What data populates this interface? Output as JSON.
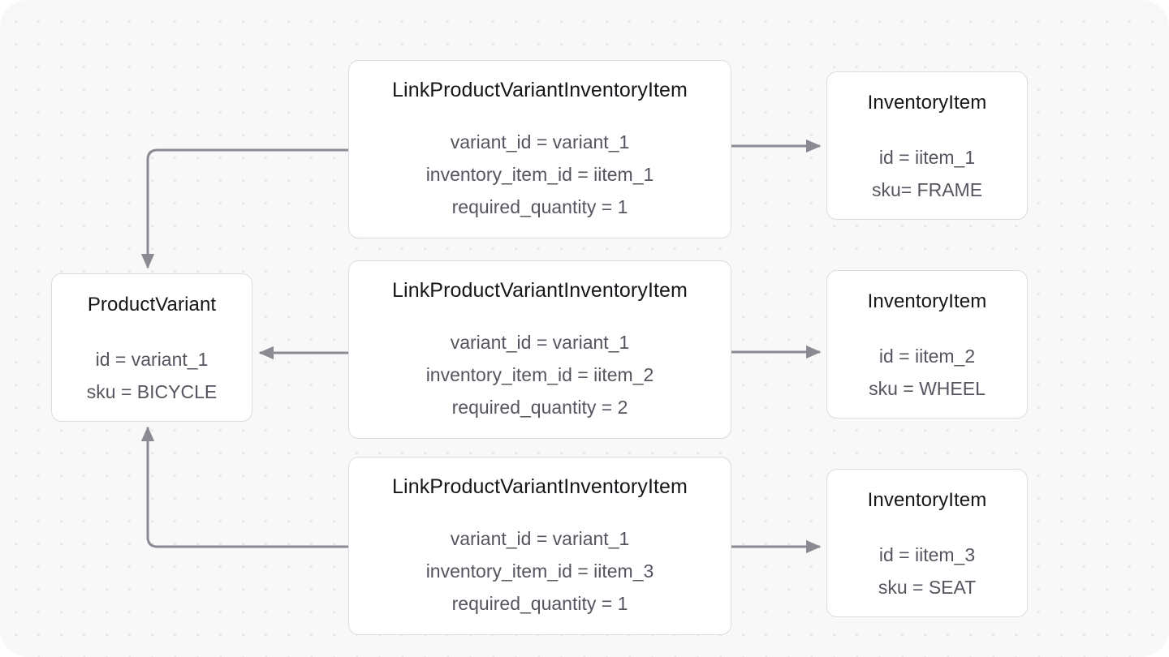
{
  "canvas": {
    "background_color": "#f8f8f9",
    "dot_color": "#e6e6e9",
    "edge_color": "#8a8a93"
  },
  "nodes": {
    "product_variant": {
      "title": "ProductVariant",
      "attrs": [
        "id = variant_1",
        "sku = BICYCLE"
      ]
    },
    "links": [
      {
        "title": "LinkProductVariantInventoryItem",
        "attrs": [
          "variant_id = variant_1",
          "inventory_item_id = iitem_1",
          "required_quantity = 1"
        ]
      },
      {
        "title": "LinkProductVariantInventoryItem",
        "attrs": [
          "variant_id = variant_1",
          "inventory_item_id = iitem_2",
          "required_quantity = 2"
        ]
      },
      {
        "title": "LinkProductVariantInventoryItem",
        "attrs": [
          "variant_id = variant_1",
          "inventory_item_id = iitem_3",
          "required_quantity = 1"
        ]
      }
    ],
    "items": [
      {
        "title": "InventoryItem",
        "attrs": [
          "id = iitem_1",
          "sku= FRAME"
        ]
      },
      {
        "title": "InventoryItem",
        "attrs": [
          "id = iitem_2",
          "sku = WHEEL"
        ]
      },
      {
        "title": "InventoryItem",
        "attrs": [
          "id = iitem_3",
          "sku = SEAT"
        ]
      }
    ]
  },
  "edges": [
    {
      "name": "link-1-to-product-variant",
      "from": "link-1",
      "to": "product-variant",
      "shape": "elbow",
      "direction": "left-then-down"
    },
    {
      "name": "link-2-to-product-variant",
      "from": "link-2",
      "to": "product-variant",
      "shape": "straight",
      "direction": "left"
    },
    {
      "name": "link-3-to-product-variant",
      "from": "link-3",
      "to": "product-variant",
      "shape": "elbow",
      "direction": "left-then-up"
    },
    {
      "name": "link-1-to-item-1",
      "from": "link-1",
      "to": "item-1",
      "shape": "straight",
      "direction": "right"
    },
    {
      "name": "link-2-to-item-2",
      "from": "link-2",
      "to": "item-2",
      "shape": "straight",
      "direction": "right"
    },
    {
      "name": "link-3-to-item-3",
      "from": "link-3",
      "to": "item-3",
      "shape": "straight",
      "direction": "right"
    }
  ]
}
